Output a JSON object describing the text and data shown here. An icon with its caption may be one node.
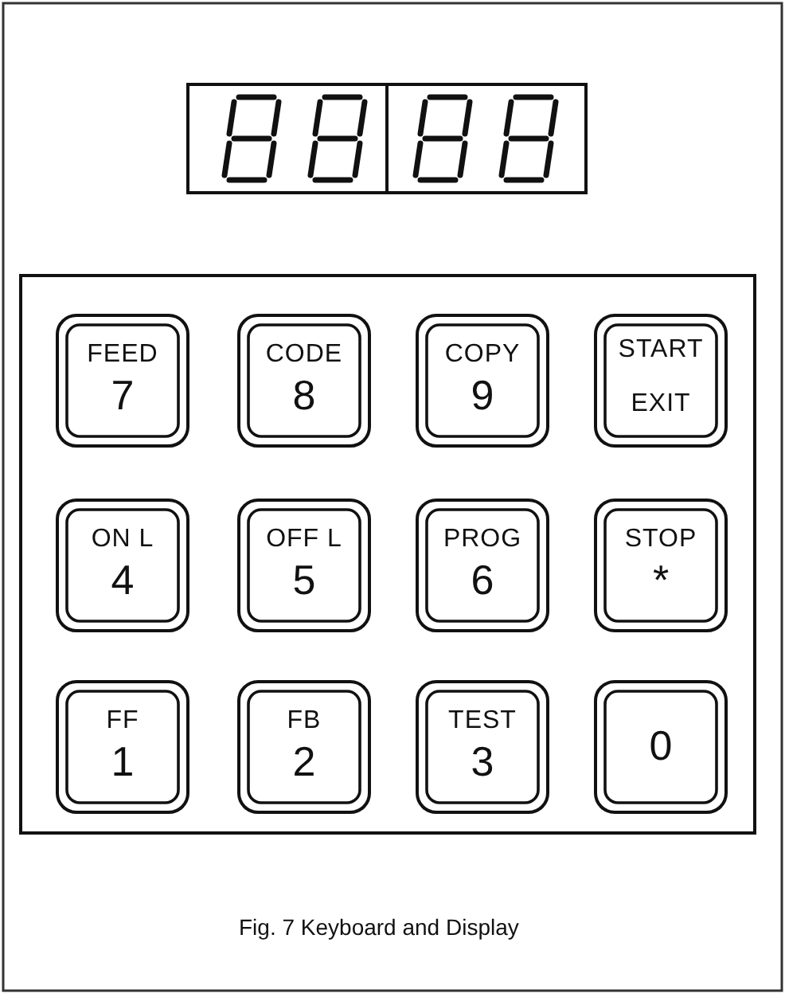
{
  "diagram": {
    "caption": "Fig. 7 Keyboard and Display",
    "nodes": [
      {
        "text": [],
        "shape": "box"
      },
      {
        "text": [],
        "shape": "box"
      },
      {
        "text": [
          "FEED",
          "7"
        ],
        "in": 1
      },
      {
        "text": [
          "CODE",
          "8"
        ],
        "in": 1
      },
      {
        "text": [
          "COPY",
          "9"
        ],
        "in": 1
      },
      {
        "text": [
          "START",
          "EXIT"
        ],
        "in": 1
      },
      {
        "text": [
          "ON L",
          "4"
        ],
        "in": 1
      },
      {
        "text": [
          "OFF L",
          "5"
        ],
        "in": 1
      },
      {
        "text": [
          "PROG",
          "6"
        ],
        "in": 1
      },
      {
        "text": [
          "STOP",
          "*"
        ],
        "in": 1
      },
      {
        "text": [
          "FF",
          "1"
        ],
        "in": 1
      },
      {
        "text": [
          "FB",
          "2"
        ],
        "in": 1
      },
      {
        "text": [
          "TEST",
          "3"
        ],
        "in": 1
      },
      {
        "text": [
          "0"
        ],
        "in": 1
      }
    ]
  }
}
